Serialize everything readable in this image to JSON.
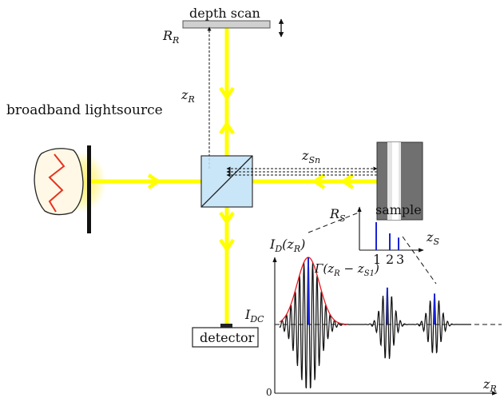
{
  "labels": {
    "depth_scan": "depth scan",
    "r_r": "R",
    "r_r_sub": "R",
    "z_r": "z",
    "z_r_sub": "R",
    "lightsource": "broadband lightsource",
    "z_sn": "z",
    "z_sn_sub": "Sn",
    "sample": "sample",
    "detector": "detector",
    "r_s": "R",
    "r_s_sub": "S",
    "z_s": "z",
    "z_s_sub": "S",
    "peak_1": "1",
    "peak_2": "2",
    "peak_3": "3",
    "id_label": "I",
    "id_label_sub": "D",
    "id_label_arg": "(z",
    "id_label_arg_sub": "R",
    "id_label_close": ")",
    "gamma_label": "Γ(z",
    "gamma_sub_r": "R",
    "gamma_minus": " − z",
    "gamma_sub_s1": "S1",
    "gamma_close": ")",
    "idc": "I",
    "idc_sub": "DC",
    "zero": "0",
    "zr_axis": "z",
    "zr_axis_sub": "R"
  },
  "colors": {
    "beam": "#ffff00",
    "beam_dark": "#f0e000",
    "glow": "#ffe94d",
    "envelope": "#e8191f",
    "peak_blue": "#1a23d6",
    "splitter": "#bfe2f7",
    "sample_gray": "#6e6e6e",
    "mirror_gray": "#c9c9c9"
  },
  "interferogram": {
    "packets": [
      {
        "center": 0.0,
        "amplitude": 1.0,
        "width": 1.0
      },
      {
        "center": 4.6,
        "amplitude": 0.55,
        "width": 0.55
      },
      {
        "center": 7.35,
        "amplitude": 0.46,
        "width": 0.55
      }
    ]
  },
  "reflectivity_peaks": [
    {
      "label": "1",
      "height": 1.0
    },
    {
      "label": "2",
      "height": 0.6
    },
    {
      "label": "3",
      "height": 0.45
    }
  ]
}
